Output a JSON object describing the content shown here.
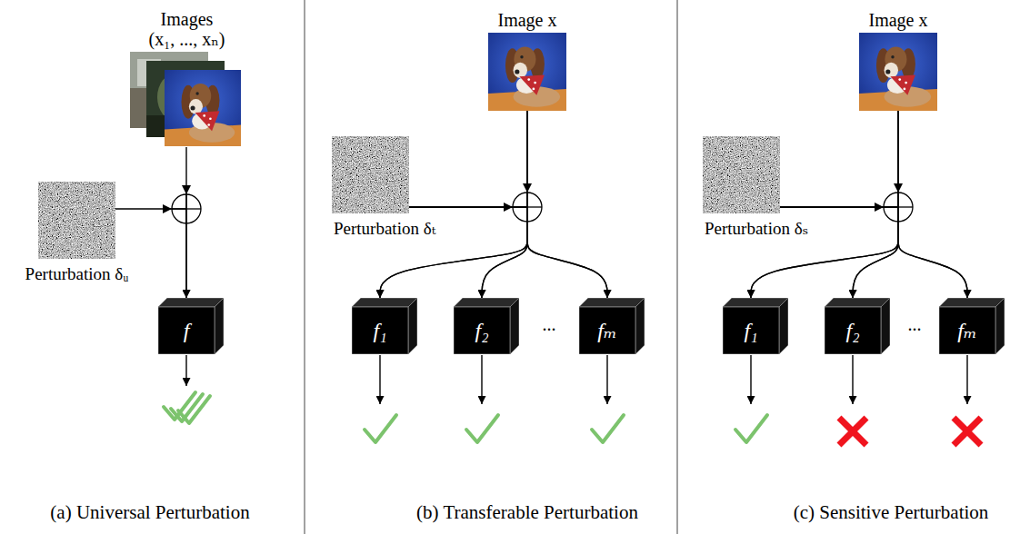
{
  "diagram": {
    "nodes": [
      {
        "text": [
          "Images",
          "(x₁, ..., xₙ)"
        ]
      },
      {
        "text": [
          "Perturbation δᵤ"
        ]
      },
      {
        "text": [
          "f"
        ]
      },
      {
        "text": [
          "Image x"
        ]
      },
      {
        "text": [
          "Perturbation δₜ"
        ]
      },
      {
        "text": [
          "f₁"
        ]
      },
      {
        "text": [
          "f₂"
        ]
      },
      {
        "text": [
          "fₘ"
        ]
      },
      {
        "text": [
          "Image x"
        ]
      },
      {
        "text": [
          "Perturbation δₛ"
        ]
      },
      {
        "text": [
          "f₁"
        ]
      },
      {
        "text": [
          "f₂"
        ]
      },
      {
        "text": [
          "fₘ"
        ]
      }
    ],
    "edges": [
      {
        "from": 0,
        "to": 2,
        "arrow": "to"
      },
      {
        "from": 1,
        "to": 2,
        "arrow": "to"
      },
      {
        "from": 3,
        "to": 5,
        "arrow": "to"
      },
      {
        "from": 3,
        "to": 6,
        "arrow": "to"
      },
      {
        "from": 3,
        "to": 7,
        "arrow": "to"
      },
      {
        "from": 4,
        "to": 5,
        "arrow": "to"
      },
      {
        "from": 4,
        "to": 6,
        "arrow": "to"
      },
      {
        "from": 4,
        "to": 7,
        "arrow": "to"
      },
      {
        "from": 8,
        "to": 10,
        "arrow": "to"
      },
      {
        "from": 8,
        "to": 11,
        "arrow": "to"
      },
      {
        "from": 8,
        "to": 12,
        "arrow": "to"
      },
      {
        "from": 9,
        "to": 10,
        "arrow": "to"
      },
      {
        "from": 9,
        "to": 11,
        "arrow": "to"
      },
      {
        "from": 9,
        "to": 12,
        "arrow": "to"
      }
    ],
    "labels": [
      "...",
      "...",
      "(a) Universal Perturbation",
      "(b) Transferable Perturbation",
      "(c) Sensitive Perturbation"
    ]
  }
}
